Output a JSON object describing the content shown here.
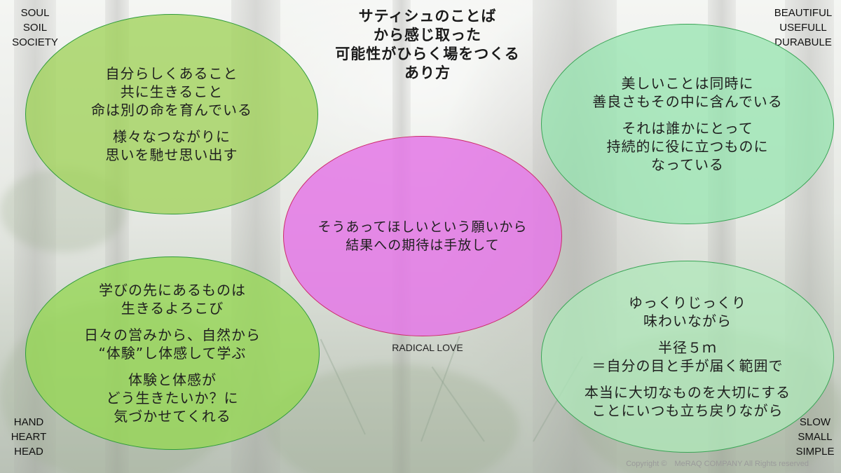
{
  "title": "サティシュのことば\nから感じ取った\n可能性がひらく場をつくる\nあり方",
  "corners": {
    "top_left": [
      "SOUL",
      "SOIL",
      "SOCIETY"
    ],
    "top_right": [
      "BEAUTIFUL",
      "USEFULL",
      "DURABULE"
    ],
    "bottom_left": [
      "HAND",
      "HEART",
      "HEAD"
    ],
    "bottom_right": [
      "SLOW",
      "SMALL",
      "SIMPLE"
    ]
  },
  "ellipses": {
    "top_left": [
      "自分らしくあること\n共に生きること\n命は別の命を育んでいる",
      "様々なつながりに\n思いを馳せ思い出す"
    ],
    "top_right": [
      "美しいことは同時に\n善良さもその中に含んでいる",
      "それは誰かにとって\n持続的に役に立つものに\nなっている"
    ],
    "center": [
      "そうあってほしいという願いから\n結果への期待は手放して"
    ],
    "bottom_left": [
      "学びの先にあるものは\n生きるよろこび",
      "日々の営みから、自然から\n“体験”し体感して学ぶ",
      "体験と体感が\nどう生きたいか？に\n気づかせてくれる"
    ],
    "bottom_right": [
      "ゆっくりじっくり\n味わいながら",
      "半径５ｍ\n＝自分の目と手が届く範囲で",
      "本当に大切なものを大切にする\nことにいつも立ち戻りながら"
    ]
  },
  "center_caption": "RADICAL LOVE",
  "copyright": "Copyright ©　MeRAQ  COMPANY   All Rights reserved",
  "colors": {
    "green_ellipse": "#a0d25a",
    "mint_ellipse": "#96e4af",
    "magenta_ellipse": "#e478e6",
    "magenta_border": "#cc2b6b",
    "green_border": "#2f9b3a"
  }
}
